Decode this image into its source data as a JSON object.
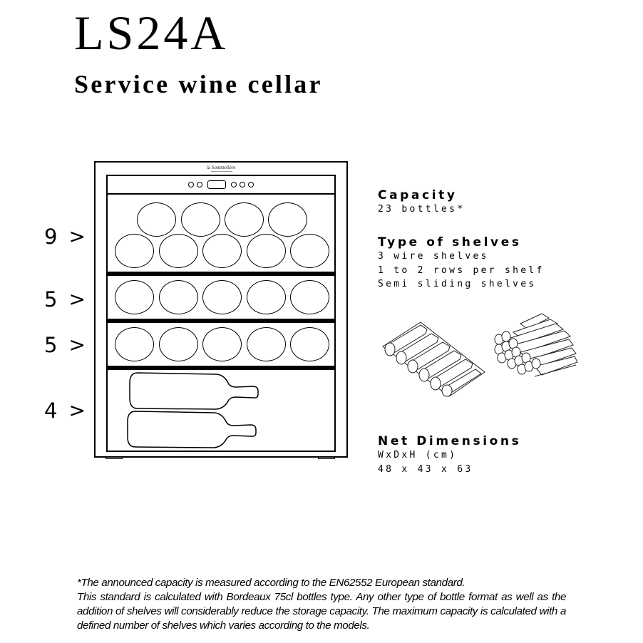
{
  "header": {
    "model": "LS24A",
    "subtitle": "Service wine cellar"
  },
  "cabinet": {
    "brand_logo": "la Sommelière",
    "control_panel": {
      "left_buttons": 2,
      "display": "display-window",
      "right_buttons": 3
    },
    "zones": [
      {
        "label": "9",
        "arrow": ">",
        "bottles": 9,
        "rows": [
          4,
          5
        ],
        "orientation": "end-on"
      },
      {
        "label": "5",
        "arrow": ">",
        "bottles": 5,
        "rows": [
          5
        ],
        "orientation": "end-on"
      },
      {
        "label": "5",
        "arrow": ">",
        "bottles": 5,
        "rows": [
          5
        ],
        "orientation": "end-on"
      },
      {
        "label": "4",
        "arrow": ">",
        "bottles": 4,
        "rows": [
          2
        ],
        "orientation": "lying-side"
      }
    ]
  },
  "specs": {
    "capacity": {
      "heading": "Capacity",
      "lines": [
        "23 bottles*"
      ]
    },
    "shelves": {
      "heading": "Type of shelves",
      "lines": [
        "3 wire shelves",
        "1 to 2 rows per shelf",
        "Semi sliding shelves"
      ]
    },
    "illustrations": [
      {
        "name": "single-row-shelf-illustration"
      },
      {
        "name": "stacked-bottles-illustration"
      }
    ],
    "dimensions": {
      "heading": "Net Dimensions",
      "lines": [
        "WxDxH (cm)",
        "48 x 43 x 63"
      ]
    }
  },
  "footnote": {
    "line1": "*The announced capacity is measured according to the EN62552 European standard.",
    "body": "This standard is calculated with Bordeaux 75cl bottles type. Any other type of bottle format as well as the addition of shelves will considerably reduce the storage capacity. The maximum capacity is calculated with a defined number of shelves which varies according to the models."
  }
}
